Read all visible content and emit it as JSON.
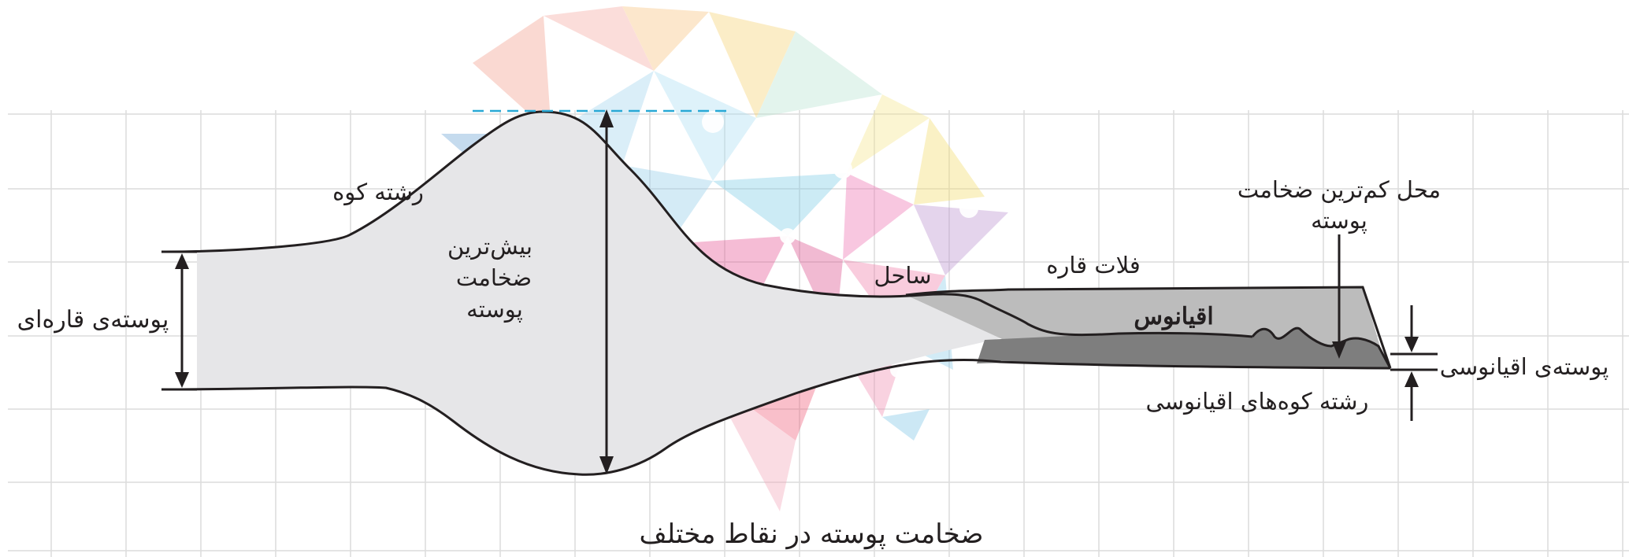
{
  "diagram": {
    "caption": "ضخامت پوسته در نقاط مختلف",
    "labels": {
      "mountain_range": "رشته کوه",
      "max_thickness": [
        "بیش‌ترین",
        "ضخامت",
        "پوسته"
      ],
      "continental_crust": "پوسته‌ی قاره‌ای",
      "coast": "ساحل",
      "continental_shelf": "فلات قاره",
      "ocean": "اقیانوس",
      "min_thickness": [
        "محل کم‌ترین ضخامت",
        "پوسته"
      ],
      "oceanic_crust": "پوسته‌ی اقیانوسی",
      "mid_ocean_ridge": "رشته کوه‌های اقیانوسی"
    },
    "colors": {
      "continental_crust_fill": "#e6e6e8",
      "ocean_water": "#bcbcbc",
      "oceanic_crust": "#7e7e7e",
      "outline": "#231f20",
      "sea_level_dash": "#29a9d6",
      "grid": "#dcdcdc"
    },
    "grid": true,
    "watermark": "brain-logo"
  }
}
